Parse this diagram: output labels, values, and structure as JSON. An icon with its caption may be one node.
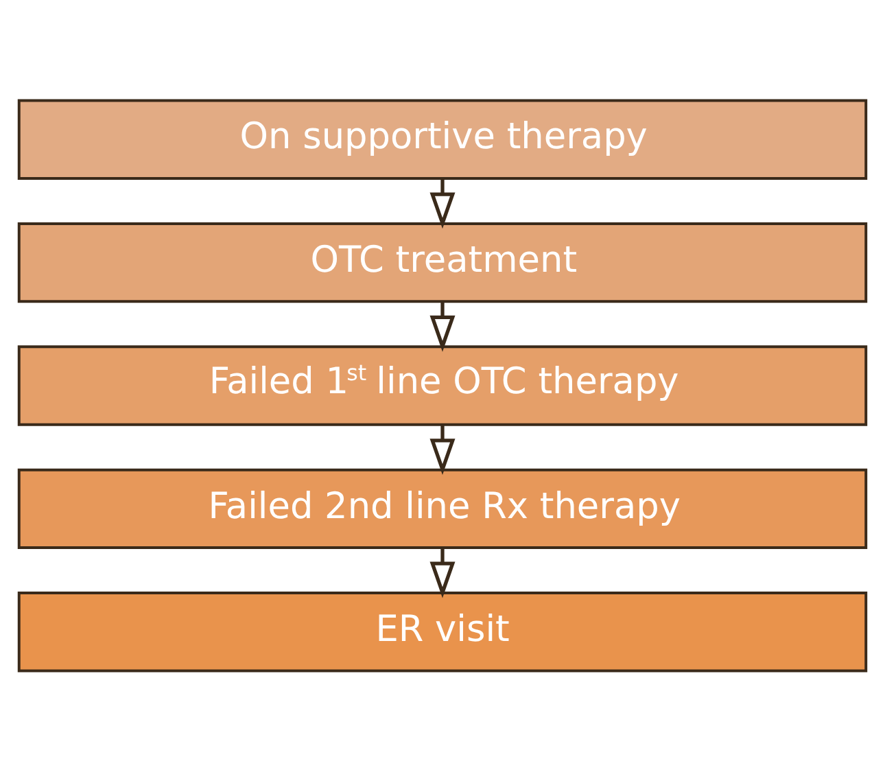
{
  "diagram": {
    "nodes": [
      {
        "text": [
          "On supportive therapy"
        ]
      },
      {
        "text": [
          "OTC treatment"
        ]
      },
      {
        "text": [
          "Failed 1$^{st}$ line OTC therapy"
        ]
      },
      {
        "text": [
          "Failed 2nd line Rx therapy"
        ]
      },
      {
        "text": [
          "ER visit"
        ]
      }
    ],
    "edges": [
      {
        "from": 0,
        "to": 1,
        "arrow": "to"
      },
      {
        "from": 1,
        "to": 2,
        "arrow": "to"
      },
      {
        "from": 2,
        "to": 3,
        "arrow": "to"
      },
      {
        "from": 3,
        "to": 4,
        "arrow": "to"
      }
    ]
  }
}
